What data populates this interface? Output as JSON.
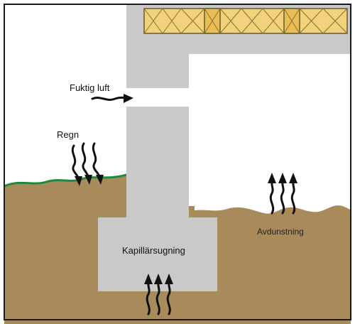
{
  "labels": {
    "humid_air": "Fuktig luft",
    "rain": "Regn",
    "evaporation": "Avdunstning",
    "capillary": "Kapillärsugning"
  },
  "colors": {
    "frame": "#1a1a1a",
    "soil": "#a98a5a",
    "concrete": "#c9c9c9",
    "grass": "#1f8a3a",
    "insulation": "#f2d27a",
    "insulation_stroke": "#6b5a2a",
    "arrow": "#111111"
  },
  "icons": {
    "humid_air": "wavy-arrow-right-icon",
    "rain": "wavy-arrow-down-icon",
    "evaporation": "wavy-arrow-up-icon",
    "capillary": "wavy-arrow-up-icon"
  }
}
